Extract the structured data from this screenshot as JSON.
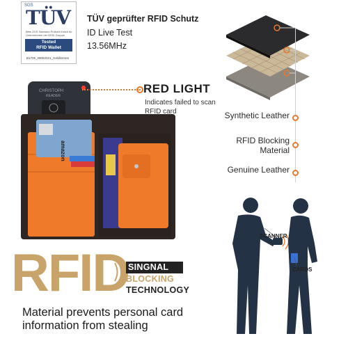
{
  "badge": {
    "sgs": "SGS",
    "mark": "TÜV",
    "fine_print": "Bitte ZGS Saarland Prüfzeit fürlich für Unternehmen der BSSI-Gruppe",
    "tested_line1": "Tested",
    "tested_line2": "RFID Wallet",
    "id": "B1705_09082021_Geldbörsen"
  },
  "certification": {
    "title": "TÜV geprüfter RFID Schutz",
    "line2": "ID Live Test",
    "line3": "13.56MHz"
  },
  "scanner_device": {
    "brand": "CHRISTOPH",
    "sub": "READER"
  },
  "card": {
    "brand": "amazon"
  },
  "red_light": {
    "title": "RED LIGHT",
    "subtitle": "Indicates failed to scan RFID card"
  },
  "layers": {
    "synthetic": "Synthetic Leather",
    "rfid_blocking": "RFID Blocking Material",
    "genuine": "Genuine Leather"
  },
  "brand": {
    "rfid": "RFID",
    "signal": "SINGNAL",
    "blocking": "BLOCKING",
    "technology": "TECHNOLOGY"
  },
  "tagline": {
    "line1": "Material prevents personal card",
    "line2": "information from stealing"
  },
  "people": {
    "scanner_label": "SCANNER",
    "cards_label": "CARDS"
  },
  "colors": {
    "accent": "#e8782e",
    "wallet_leather": "#2e2622",
    "wallet_interior": "#ef7a2a",
    "gold": "#c9a46a",
    "silhouette": "#243245"
  }
}
